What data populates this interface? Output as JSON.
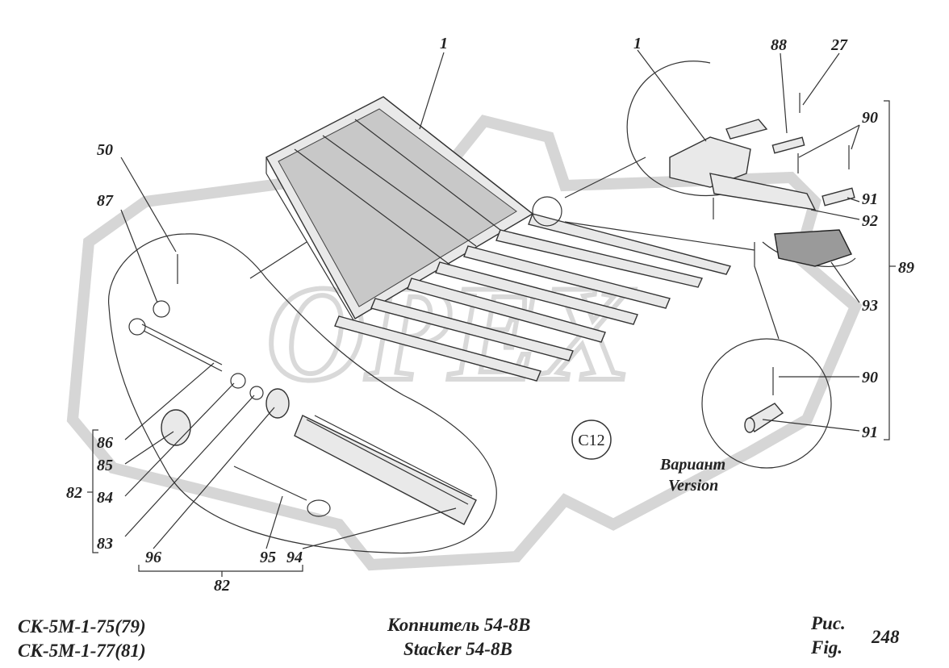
{
  "callouts": {
    "c1a": "1",
    "c1b": "1",
    "c88": "88",
    "c27": "27",
    "c90a": "90",
    "c91a": "91",
    "c92": "92",
    "c89": "89",
    "c93": "93",
    "c90b": "90",
    "c91b": "91",
    "c50": "50",
    "c87": "87",
    "c86": "86",
    "c85": "85",
    "c82a": "82",
    "c84": "84",
    "c83": "83",
    "c96": "96",
    "c95": "95",
    "c94": "94",
    "c82b": "82"
  },
  "stamp": "C12",
  "variant": {
    "ru": "Вариант",
    "en": "Version"
  },
  "footer": {
    "model_1": "СК-5М-1-75(79)",
    "model_2": "СК-5М-1-77(81)",
    "title_ru": "Копнитель 54-8В",
    "title_en": "Stacker 54-8В",
    "fig_ru": "Рис.",
    "fig_en": "Fig.",
    "fig_number": "248"
  },
  "watermark_icon": "opex-gear-watermark"
}
